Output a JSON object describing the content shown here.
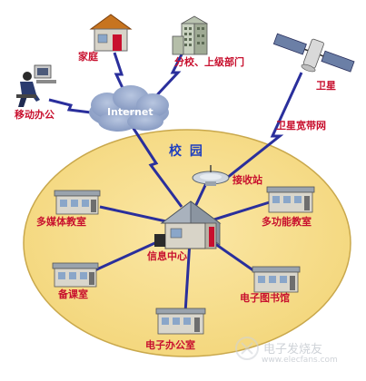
{
  "nodes": {
    "home": "家庭",
    "branch": "分校、上级部门",
    "satellite": "卫星",
    "mobile_office": "移动办公",
    "internet": "Internet",
    "satellite_broadband": "卫星宽带网",
    "campus": "校 园",
    "receiver": "接收站",
    "multimedia_classroom": "多媒体教室",
    "multifunction_classroom": "多功能教室",
    "info_center": "信息中心",
    "prep_room": "备课室",
    "e_library": "电子图书馆",
    "e_office": "电子办公室"
  },
  "watermark": {
    "text": "电子发烧友",
    "url": "www.elecfans.com"
  }
}
